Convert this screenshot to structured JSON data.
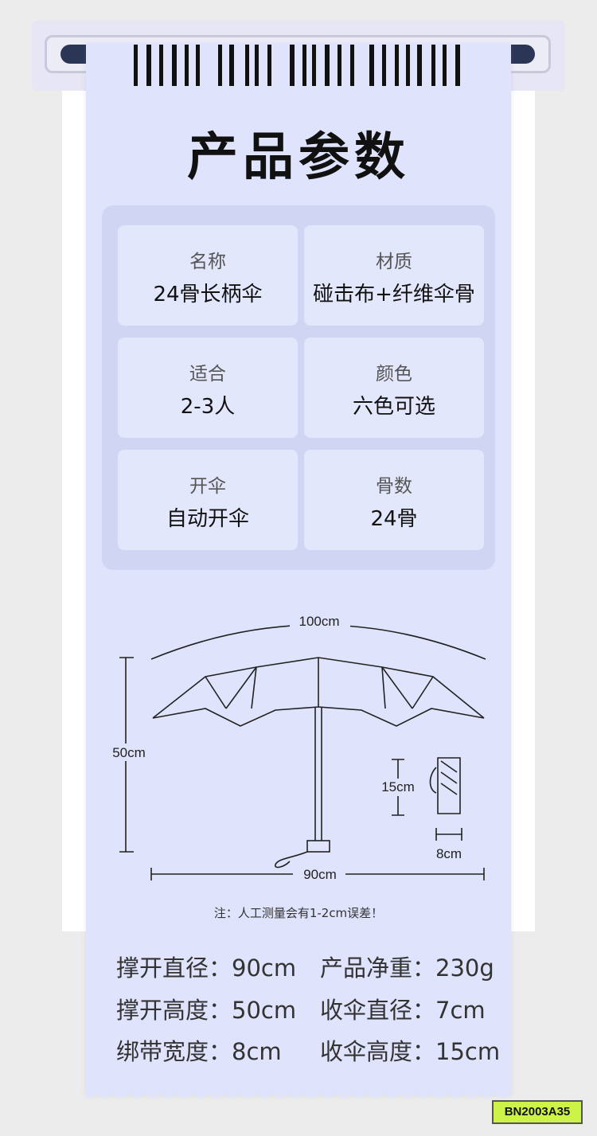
{
  "title": "产品参数",
  "specs": [
    {
      "label": "名称",
      "value": "24骨长柄伞"
    },
    {
      "label": "材质",
      "value": "碰击布+纤维伞骨"
    },
    {
      "label": "适合",
      "value": "2-3人"
    },
    {
      "label": "颜色",
      "value": "六色可选"
    },
    {
      "label": "开伞",
      "value": "自动开伞"
    },
    {
      "label": "骨数",
      "value": "24骨"
    }
  ],
  "diagram": {
    "canopy_width": "100cm",
    "open_height": "50cm",
    "open_span": "90cm",
    "folded_length": "15cm",
    "folded_width": "8cm"
  },
  "note": "注：人工测量会有1-2cm误差！",
  "stats": [
    {
      "label": "撑开直径：",
      "value": "90cm"
    },
    {
      "label": "产品净重：",
      "value": "230g"
    },
    {
      "label": "撑开高度：",
      "value": "50cm"
    },
    {
      "label": "收伞直径：",
      "value": "7cm"
    },
    {
      "label": "绑带宽度：",
      "value": "8cm"
    },
    {
      "label": "收伞高度：",
      "value": "15cm"
    }
  ],
  "sku": "BN2003A35",
  "colors": {
    "ticket": "#dfe3fb",
    "panel": "#cfd5f3",
    "badge": "#cdf248",
    "groove": "#2b3555"
  }
}
